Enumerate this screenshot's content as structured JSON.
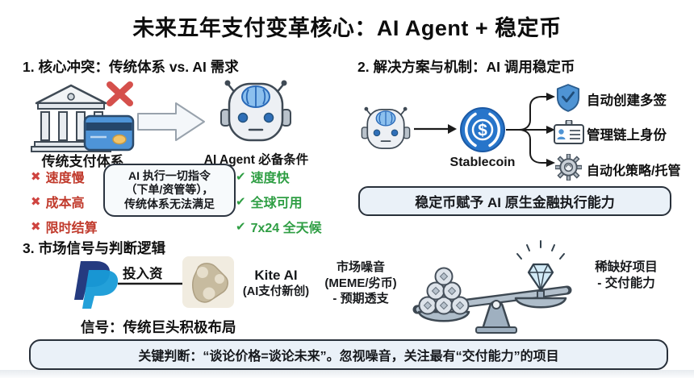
{
  "title": "未来五年支付变革核心：AI Agent + 稳定币",
  "section1": {
    "heading": "1. 核心冲突：传统体系 vs. AI 需求",
    "traditional_label": "传统支付体系",
    "agent_label": "AI Agent 必备条件",
    "cons": [
      {
        "mark": "✖",
        "label": "速度慢"
      },
      {
        "mark": "✖",
        "label": "成本高"
      },
      {
        "mark": "✖",
        "label": "限时结算"
      }
    ],
    "center_box": {
      "line1": "AI 执行一切指令",
      "line2": "（下单/资管等），",
      "line3": "传统体系无法满足"
    },
    "pros": [
      {
        "mark": "✔",
        "label": "速度快"
      },
      {
        "mark": "✔",
        "label": "全球可用"
      },
      {
        "mark": "✔",
        "label": "7x24 全天候"
      }
    ]
  },
  "section2": {
    "heading": "2. 解决方案与机制：AI 调用稳定币",
    "coin_symbol": "$",
    "coin_label": "Stablecoin",
    "branches": [
      {
        "icon": "shield-check-icon",
        "label": "自动创建多签"
      },
      {
        "icon": "id-card-icon",
        "label": "管理链上身份"
      },
      {
        "icon": "gear-icon",
        "label": "自动化策略/托管"
      }
    ],
    "banner": "稳定币赋予 AI 原生金融执行能力"
  },
  "section3": {
    "heading": "3. 市场信号与判断逻辑",
    "invest_arrow_label": "投入资",
    "kite_name": "Kite AI",
    "kite_desc": "(AI支付新创)",
    "signal_label": "信号：传统巨头积极布局",
    "noise": {
      "line1": "市场噪音",
      "line2": "(MEME/劣币)",
      "line3": "- 预期透支"
    },
    "rare": {
      "line1": "稀缺好项目",
      "line2": "- 交付能力"
    }
  },
  "footer": {
    "banner": "关键判断：“谈论价格=谈论未来”。忽视噪音，关注最有“交付能力”的项目"
  },
  "colors": {
    "stablecoin_blue": "#2775ca",
    "paypal_navy": "#253b80",
    "paypal_blue": "#179bd7",
    "negative_red": "#c0392b",
    "positive_green": "#2f9e44",
    "shield_blue": "#4f94d4",
    "banner_bg": "#eaf1f8"
  }
}
